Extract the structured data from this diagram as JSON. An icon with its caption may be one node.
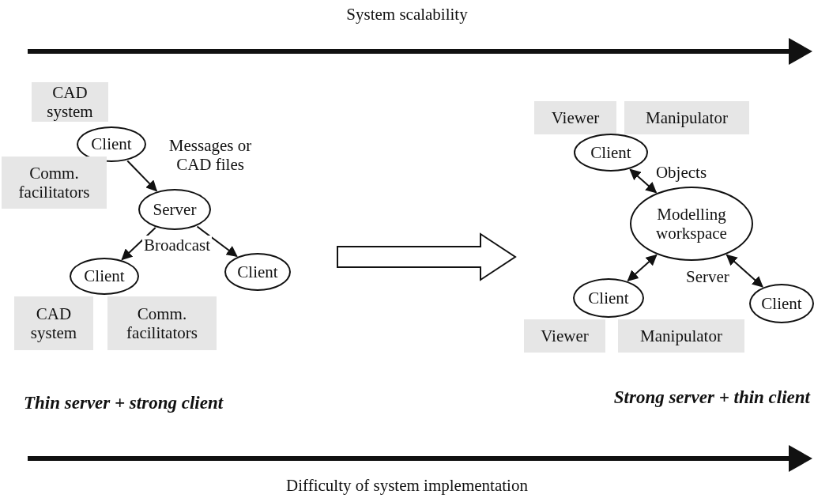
{
  "diagram": {
    "nodes": [
      {
        "text": [
          "CAD system"
        ]
      },
      {
        "text": [
          "Client"
        ]
      },
      {
        "text": [
          "Comm. facilitators"
        ]
      },
      {
        "text": [
          "Server"
        ]
      },
      {
        "text": [
          "Client"
        ]
      },
      {
        "text": [
          "Client"
        ]
      },
      {
        "text": [
          "CAD system"
        ]
      },
      {
        "text": [
          "Comm. facilitators"
        ]
      },
      {
        "text": [
          "Viewer"
        ]
      },
      {
        "text": [
          "Manipulator"
        ]
      },
      {
        "text": [
          "Client"
        ]
      },
      {
        "text": [
          "Modelling workspace"
        ],
        "beside": [
          "Server"
        ]
      },
      {
        "text": [
          "Client"
        ]
      },
      {
        "text": [
          "Client"
        ]
      },
      {
        "text": [
          "Viewer"
        ]
      },
      {
        "text": [
          "Manipulator"
        ]
      }
    ],
    "edges": [
      {
        "from": 1,
        "to": 3,
        "arrow": "to",
        "label": "Messages or CAD files"
      },
      {
        "from": 3,
        "to": 4,
        "arrow": "to",
        "label": "Broadcast"
      },
      {
        "from": 3,
        "to": 5,
        "arrow": "to"
      },
      {
        "from": 10,
        "to": 11,
        "arrow": "both",
        "label": "Objects"
      },
      {
        "from": 12,
        "to": 11,
        "arrow": "both"
      },
      {
        "from": 11,
        "to": 13,
        "arrow": "both"
      }
    ],
    "labels": [
      "System scalability",
      "Thin server + strong client",
      "Strong server + thin client",
      "Difficulty of system implementation"
    ]
  }
}
